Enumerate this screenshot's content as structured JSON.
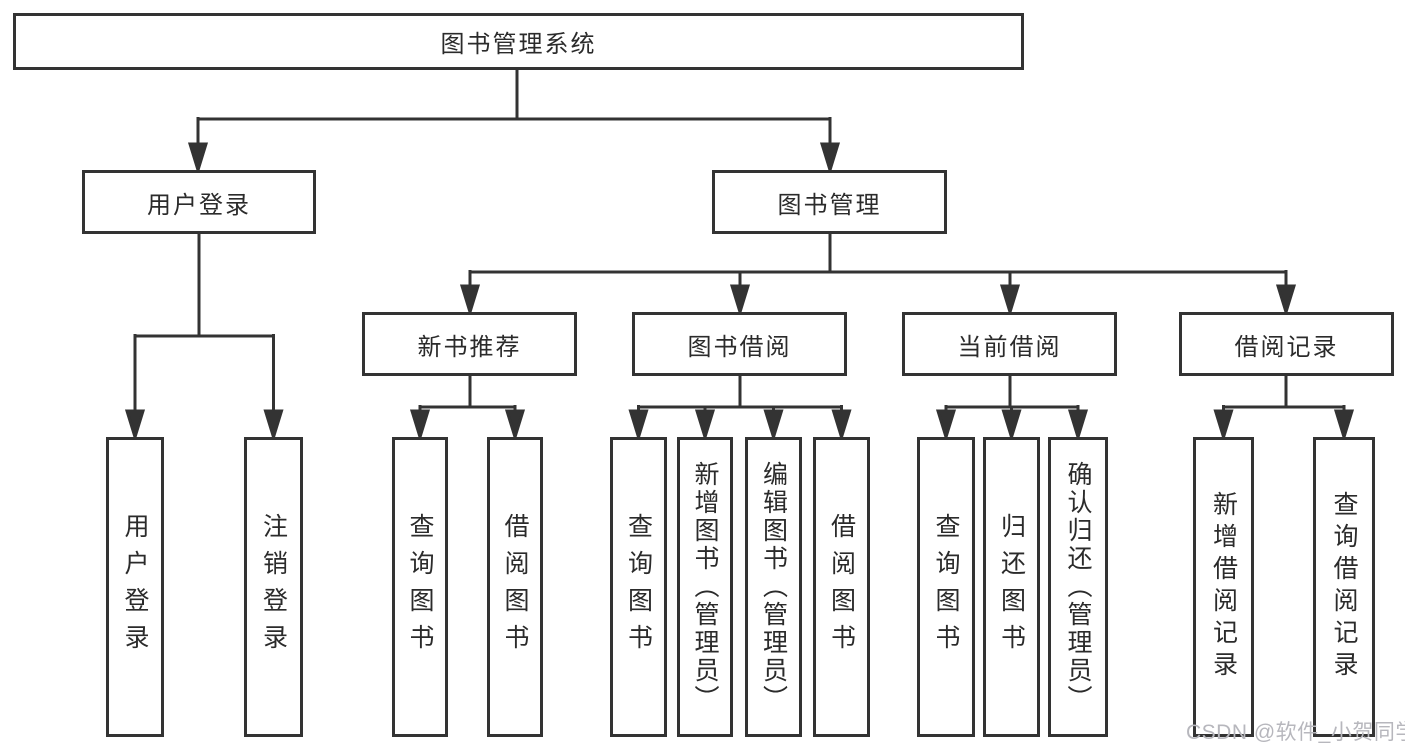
{
  "diagram": {
    "title": "图书管理系统",
    "colors": {
      "line": "#333333",
      "text": "#2b2b2b",
      "background": "#ffffff",
      "watermark": "#b7b7bd"
    },
    "nodes": {
      "root": {
        "label": "图书管理系统"
      },
      "user_login": {
        "label": "用户登录"
      },
      "book_mgmt": {
        "label": "图书管理"
      },
      "new_book_rec": {
        "label": "新书推荐"
      },
      "book_borrow": {
        "label": "图书借阅"
      },
      "current_borrow": {
        "label": "当前借阅"
      },
      "borrow_records": {
        "label": "借阅记录"
      },
      "user_login_leaf": {
        "label": "用户登录"
      },
      "logout_leaf": {
        "label": "注销登录"
      },
      "rec_query": {
        "label": "查询图书"
      },
      "rec_borrow": {
        "label": "借阅图书"
      },
      "bb_query": {
        "label": "查询图书"
      },
      "bb_add": {
        "label": "新增图书（管理员）"
      },
      "bb_edit": {
        "label": "编辑图书（管理员）"
      },
      "bb_borrow": {
        "label": "借阅图书"
      },
      "cb_query": {
        "label": "查询图书"
      },
      "cb_return": {
        "label": "归还图书"
      },
      "cb_confirm": {
        "label": "确认归还（管理员）"
      },
      "br_add": {
        "label": "新增借阅记录"
      },
      "br_query": {
        "label": "查询借阅记录"
      }
    },
    "structure": [
      {
        "parent": "图书管理系统",
        "children": [
          "用户登录",
          "图书管理"
        ]
      },
      {
        "parent": "用户登录",
        "children": [
          "用户登录",
          "注销登录"
        ]
      },
      {
        "parent": "图书管理",
        "children": [
          "新书推荐",
          "图书借阅",
          "当前借阅",
          "借阅记录"
        ]
      },
      {
        "parent": "新书推荐",
        "children": [
          "查询图书",
          "借阅图书"
        ]
      },
      {
        "parent": "图书借阅",
        "children": [
          "查询图书",
          "新增图书（管理员）",
          "编辑图书（管理员）",
          "借阅图书"
        ]
      },
      {
        "parent": "当前借阅",
        "children": [
          "查询图书",
          "归还图书",
          "确认归还（管理员）"
        ]
      },
      {
        "parent": "借阅记录",
        "children": [
          "新增借阅记录",
          "查询借阅记录"
        ]
      }
    ],
    "watermark": "CSDN @软件_小贺同学"
  }
}
